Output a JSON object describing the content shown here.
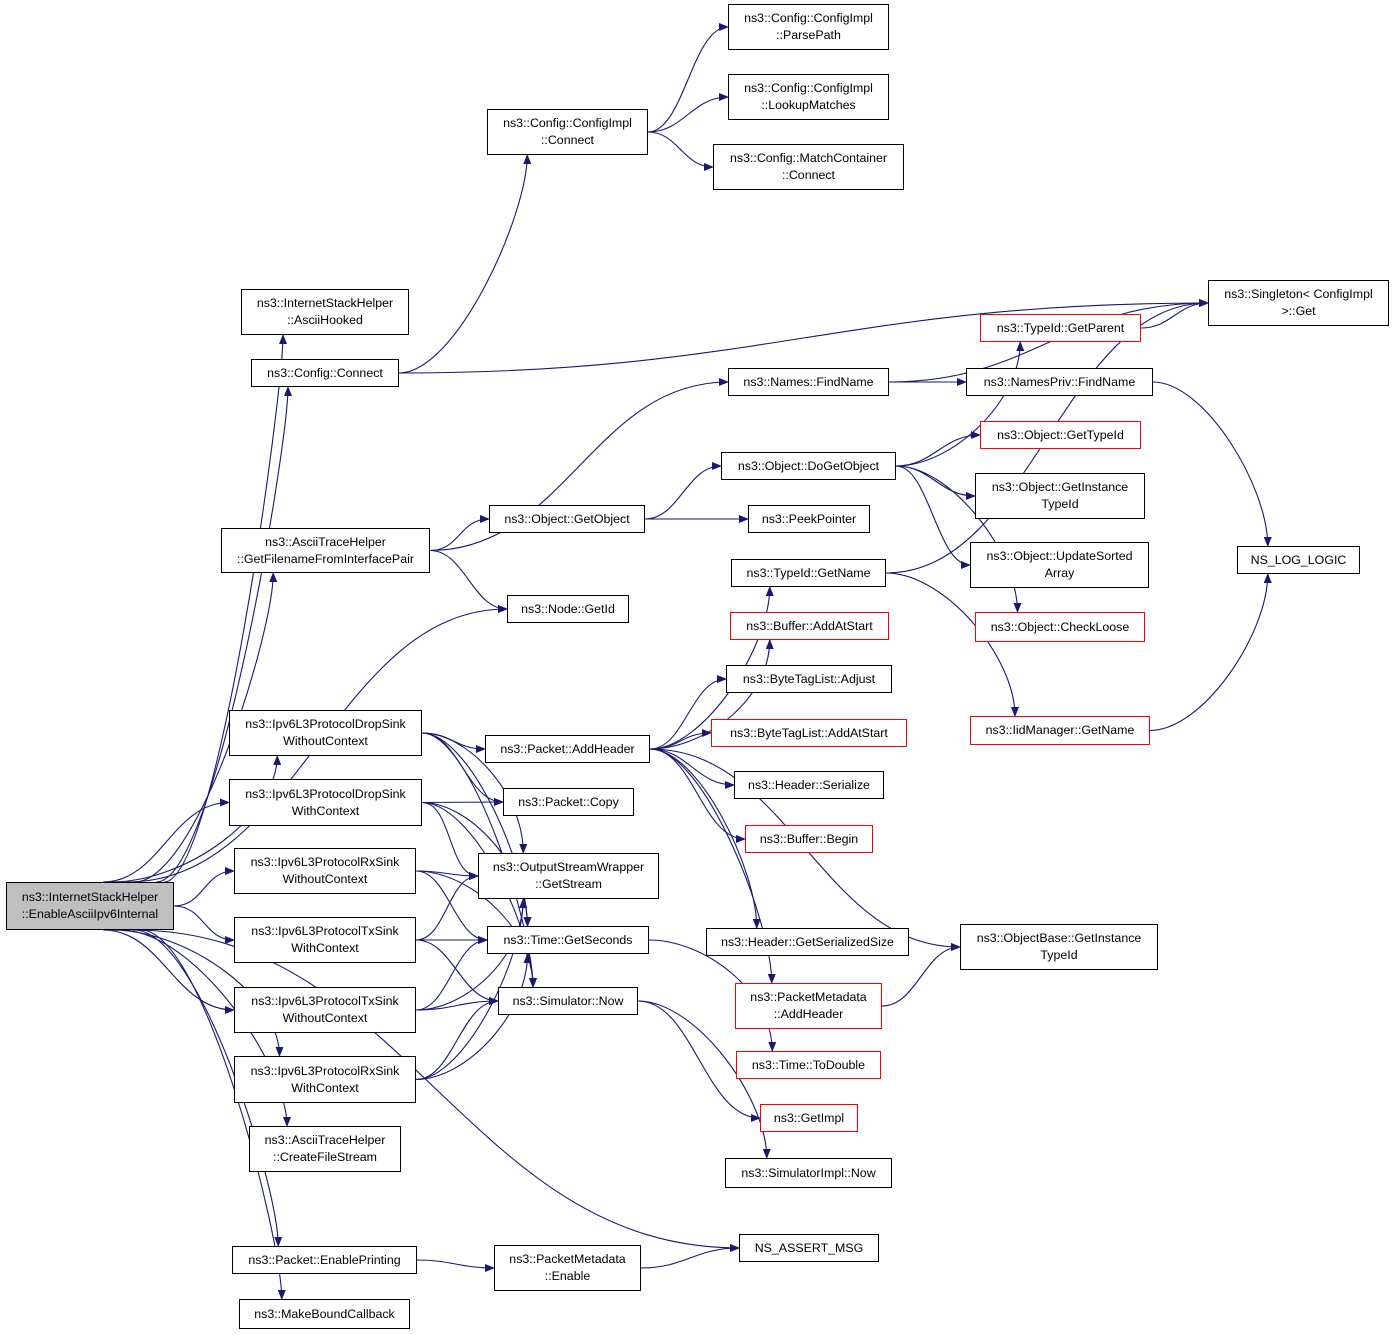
{
  "nodes": [
    {
      "id": "root",
      "lines": [
        "ns3::InternetStackHelper",
        "::EnableAsciiIpv6Internal"
      ],
      "style": "root"
    },
    {
      "id": "asciiHooked",
      "lines": [
        "ns3::InternetStackHelper",
        "::AsciiHooked"
      ]
    },
    {
      "id": "cfgConnect",
      "lines": [
        "ns3::Config::Connect"
      ]
    },
    {
      "id": "getFilename",
      "lines": [
        "ns3::AsciiTraceHelper",
        "::GetFilenameFromInterfacePair"
      ]
    },
    {
      "id": "dropNoCtx",
      "lines": [
        "ns3::Ipv6L3ProtocolDropSink",
        "WithoutContext"
      ]
    },
    {
      "id": "dropCtx",
      "lines": [
        "ns3::Ipv6L3ProtocolDropSink",
        "WithContext"
      ]
    },
    {
      "id": "rxNoCtx",
      "lines": [
        "ns3::Ipv6L3ProtocolRxSink",
        "WithoutContext"
      ]
    },
    {
      "id": "txCtx",
      "lines": [
        "ns3::Ipv6L3ProtocolTxSink",
        "WithContext"
      ]
    },
    {
      "id": "txNoCtx",
      "lines": [
        "ns3::Ipv6L3ProtocolTxSink",
        "WithoutContext"
      ]
    },
    {
      "id": "rxCtx",
      "lines": [
        "ns3::Ipv6L3ProtocolRxSink",
        "WithContext"
      ]
    },
    {
      "id": "createFile",
      "lines": [
        "ns3::AsciiTraceHelper",
        "::CreateFileStream"
      ]
    },
    {
      "id": "enablePrinting",
      "lines": [
        "ns3::Packet::EnablePrinting"
      ]
    },
    {
      "id": "makeBound",
      "lines": [
        "ns3::MakeBoundCallback"
      ]
    },
    {
      "id": "implConnect",
      "lines": [
        "ns3::Config::ConfigImpl",
        "::Connect"
      ]
    },
    {
      "id": "parsePath",
      "lines": [
        "ns3::Config::ConfigImpl",
        "::ParsePath"
      ]
    },
    {
      "id": "lookup",
      "lines": [
        "ns3::Config::ConfigImpl",
        "::LookupMatches"
      ]
    },
    {
      "id": "matchConnect",
      "lines": [
        "ns3::Config::MatchContainer",
        "::Connect"
      ]
    },
    {
      "id": "singleton",
      "lines": [
        "ns3::Singleton< ConfigImpl",
        " >::Get"
      ]
    },
    {
      "id": "typeParent",
      "lines": [
        "ns3::TypeId::GetParent"
      ],
      "style": "red"
    },
    {
      "id": "namesFind",
      "lines": [
        "ns3::Names::FindName"
      ]
    },
    {
      "id": "privFind",
      "lines": [
        "ns3::NamesPriv::FindName"
      ]
    },
    {
      "id": "objTypeId",
      "lines": [
        "ns3::Object::GetTypeId"
      ],
      "style": "red"
    },
    {
      "id": "doGetObject",
      "lines": [
        "ns3::Object::DoGetObject"
      ]
    },
    {
      "id": "instTypeId",
      "lines": [
        "ns3::Object::GetInstance",
        "TypeId"
      ]
    },
    {
      "id": "getObject",
      "lines": [
        "ns3::Object::GetObject"
      ]
    },
    {
      "id": "peek",
      "lines": [
        "ns3::PeekPointer"
      ]
    },
    {
      "id": "nsLogLogic",
      "lines": [
        "NS_LOG_LOGIC"
      ]
    },
    {
      "id": "updSorted",
      "lines": [
        "ns3::Object::UpdateSorted",
        "Array"
      ]
    },
    {
      "id": "typeName",
      "lines": [
        "ns3::TypeId::GetName"
      ]
    },
    {
      "id": "nodeGetId",
      "lines": [
        "ns3::Node::GetId"
      ]
    },
    {
      "id": "checkLoose",
      "lines": [
        "ns3::Object::CheckLoose"
      ],
      "style": "red"
    },
    {
      "id": "bufAddStart",
      "lines": [
        "ns3::Buffer::AddAtStart"
      ],
      "style": "red"
    },
    {
      "id": "btlAdjust",
      "lines": [
        "ns3::ByteTagList::Adjust"
      ]
    },
    {
      "id": "addHeader",
      "lines": [
        "ns3::Packet::AddHeader"
      ]
    },
    {
      "id": "btlAddStart",
      "lines": [
        "ns3::ByteTagList::AddAtStart"
      ],
      "style": "red"
    },
    {
      "id": "iidName",
      "lines": [
        "ns3::IidManager::GetName"
      ],
      "style": "red"
    },
    {
      "id": "hdrSerialize",
      "lines": [
        "ns3::Header::Serialize"
      ]
    },
    {
      "id": "pktCopy",
      "lines": [
        "ns3::Packet::Copy"
      ]
    },
    {
      "id": "bufBegin",
      "lines": [
        "ns3::Buffer::Begin"
      ],
      "style": "red"
    },
    {
      "id": "getStream",
      "lines": [
        "ns3::OutputStreamWrapper",
        "::GetStream"
      ]
    },
    {
      "id": "serSize",
      "lines": [
        "ns3::Header::GetSerializedSize"
      ]
    },
    {
      "id": "getSeconds",
      "lines": [
        "ns3::Time::GetSeconds"
      ]
    },
    {
      "id": "baseInstTypeId",
      "lines": [
        "ns3::ObjectBase::GetInstance",
        "TypeId"
      ]
    },
    {
      "id": "pmAddHeader",
      "lines": [
        "ns3::PacketMetadata",
        "::AddHeader"
      ],
      "style": "red"
    },
    {
      "id": "simNow",
      "lines": [
        "ns3::Simulator::Now"
      ]
    },
    {
      "id": "toDouble",
      "lines": [
        "ns3::Time::ToDouble"
      ],
      "style": "red"
    },
    {
      "id": "getImpl",
      "lines": [
        "ns3::GetImpl"
      ],
      "style": "red"
    },
    {
      "id": "simImplNow",
      "lines": [
        "ns3::SimulatorImpl::Now"
      ]
    },
    {
      "id": "nsAssertMsg",
      "lines": [
        "NS_ASSERT_MSG"
      ]
    },
    {
      "id": "pmEnable",
      "lines": [
        "ns3::PacketMetadata",
        "::Enable"
      ]
    }
  ],
  "edges": [
    [
      "root",
      "asciiHooked"
    ],
    [
      "root",
      "cfgConnect"
    ],
    [
      "root",
      "getFilename"
    ],
    [
      "root",
      "nodeGetId"
    ],
    [
      "root",
      "dropNoCtx"
    ],
    [
      "root",
      "dropCtx"
    ],
    [
      "root",
      "rxNoCtx"
    ],
    [
      "root",
      "txCtx"
    ],
    [
      "root",
      "txNoCtx"
    ],
    [
      "root",
      "rxCtx"
    ],
    [
      "root",
      "createFile"
    ],
    [
      "root",
      "nsAssertMsg"
    ],
    [
      "root",
      "enablePrinting"
    ],
    [
      "root",
      "makeBound"
    ],
    [
      "cfgConnect",
      "implConnect"
    ],
    [
      "cfgConnect",
      "singleton"
    ],
    [
      "implConnect",
      "parsePath"
    ],
    [
      "implConnect",
      "lookup"
    ],
    [
      "implConnect",
      "matchConnect"
    ],
    [
      "getFilename",
      "namesFind"
    ],
    [
      "getFilename",
      "getObject"
    ],
    [
      "getFilename",
      "nodeGetId"
    ],
    [
      "namesFind",
      "singleton"
    ],
    [
      "namesFind",
      "privFind"
    ],
    [
      "privFind",
      "nsLogLogic"
    ],
    [
      "getObject",
      "doGetObject"
    ],
    [
      "getObject",
      "peek"
    ],
    [
      "doGetObject",
      "typeParent"
    ],
    [
      "doGetObject",
      "objTypeId"
    ],
    [
      "doGetObject",
      "instTypeId"
    ],
    [
      "doGetObject",
      "updSorted"
    ],
    [
      "doGetObject",
      "checkLoose"
    ],
    [
      "typeParent",
      "singleton"
    ],
    [
      "typeName",
      "singleton"
    ],
    [
      "typeName",
      "iidName"
    ],
    [
      "iidName",
      "nsLogLogic"
    ],
    [
      "dropNoCtx",
      "addHeader"
    ],
    [
      "dropNoCtx",
      "pktCopy"
    ],
    [
      "dropNoCtx",
      "getStream"
    ],
    [
      "dropNoCtx",
      "getSeconds"
    ],
    [
      "dropNoCtx",
      "simNow"
    ],
    [
      "dropCtx",
      "pktCopy"
    ],
    [
      "dropCtx",
      "getStream"
    ],
    [
      "dropCtx",
      "getSeconds"
    ],
    [
      "dropCtx",
      "simNow"
    ],
    [
      "rxNoCtx",
      "getStream"
    ],
    [
      "rxNoCtx",
      "getSeconds"
    ],
    [
      "rxNoCtx",
      "simNow"
    ],
    [
      "txCtx",
      "getStream"
    ],
    [
      "txCtx",
      "getSeconds"
    ],
    [
      "txCtx",
      "simNow"
    ],
    [
      "txNoCtx",
      "getStream"
    ],
    [
      "txNoCtx",
      "getSeconds"
    ],
    [
      "txNoCtx",
      "simNow"
    ],
    [
      "rxCtx",
      "getStream"
    ],
    [
      "rxCtx",
      "getSeconds"
    ],
    [
      "rxCtx",
      "simNow"
    ],
    [
      "addHeader",
      "typeName"
    ],
    [
      "addHeader",
      "bufAddStart"
    ],
    [
      "addHeader",
      "btlAdjust"
    ],
    [
      "addHeader",
      "btlAddStart"
    ],
    [
      "addHeader",
      "hdrSerialize"
    ],
    [
      "addHeader",
      "bufBegin"
    ],
    [
      "addHeader",
      "serSize"
    ],
    [
      "addHeader",
      "pmAddHeader"
    ],
    [
      "addHeader",
      "baseInstTypeId"
    ],
    [
      "pmAddHeader",
      "baseInstTypeId"
    ],
    [
      "getSeconds",
      "toDouble"
    ],
    [
      "simNow",
      "getImpl"
    ],
    [
      "simNow",
      "simImplNow"
    ],
    [
      "enablePrinting",
      "pmEnable"
    ],
    [
      "pmEnable",
      "nsAssertMsg"
    ]
  ]
}
